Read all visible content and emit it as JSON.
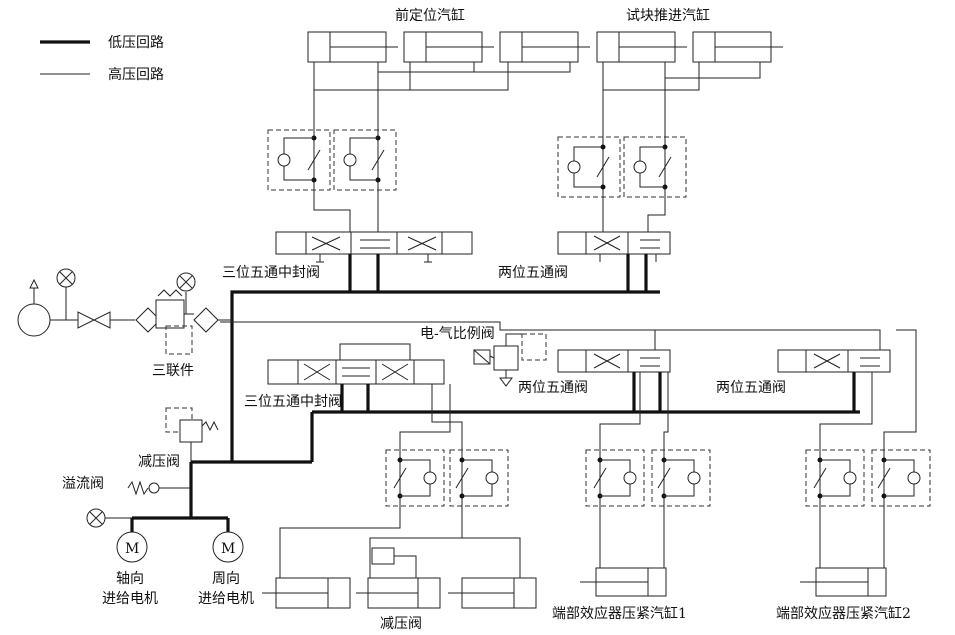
{
  "legend": {
    "low_pressure": "低压回路",
    "high_pressure": "高压回路"
  },
  "labels": {
    "front_cylinders": "前定位汽缸",
    "specimen_cylinders": "试块推进汽缸",
    "valve_3pos_top": "三位五通中封阀",
    "valve_2pos_top": "两位五通阀",
    "triple_unit": "三联件",
    "ep_valve": "电-气比例阀",
    "valve_3pos_mid": "三位五通中封阀",
    "valve_2pos_mid1": "两位五通阀",
    "valve_2pos_mid2": "两位五通阀",
    "reducing_valve": "减压阀",
    "relief_valve": "溢流阀",
    "motor_symbol_1": "M",
    "motor_symbol_2": "M",
    "axial_motor_l1": "轴向",
    "axial_motor_l2": "进给电机",
    "circ_motor_l1": "周向",
    "circ_motor_l2": "进给电机",
    "reducing_valve_bottom": "减压阀",
    "clamp_cyl_1": "端部效应器压紧汽缸1",
    "clamp_cyl_2": "端部效应器压紧汽缸2"
  },
  "colors": {
    "line": "#111111",
    "background": "#ffffff"
  }
}
